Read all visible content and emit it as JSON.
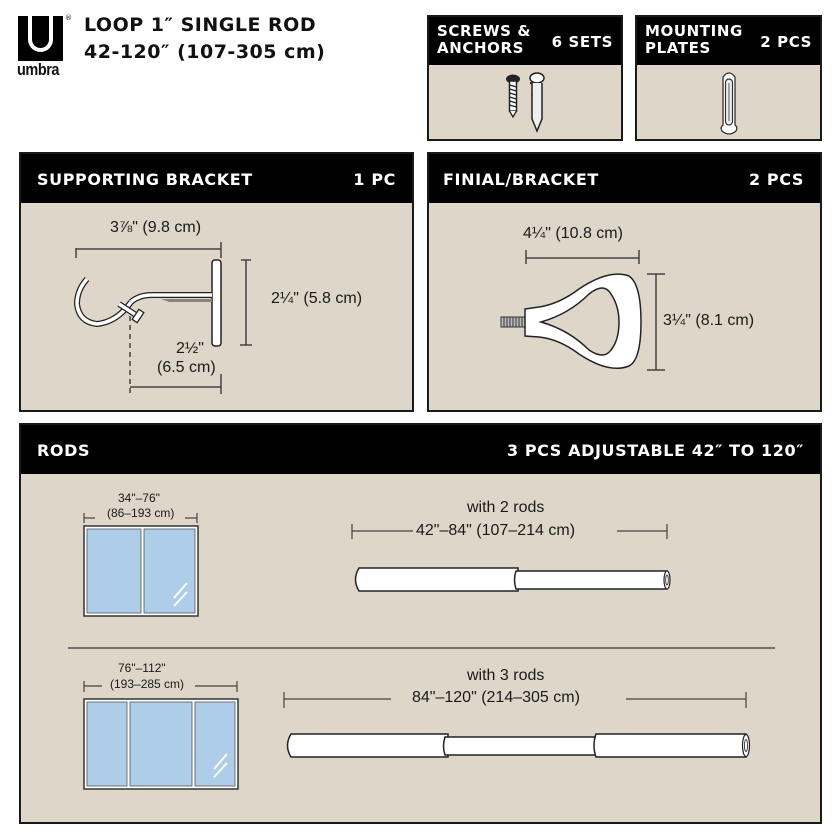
{
  "brand": {
    "name": "umbra",
    "registered": "®"
  },
  "header": {
    "title_line1": "LOOP 1″ SINGLE ROD",
    "title_line2": "42-120″ (107-305 cm)"
  },
  "colors": {
    "panel_bg": "#ddd6c9",
    "header_bg": "#000000",
    "window_glass": "#aecde8",
    "rod": "#ffffff"
  },
  "parts": {
    "screws": {
      "label_line1": "SCREWS &",
      "label_line2": "ANCHORS",
      "qty": "6 SETS",
      "icon": "screw-and-anchor-icon"
    },
    "mounting": {
      "label_line1": "MOUNTING",
      "label_line2": "PLATES",
      "qty": "2 PCS",
      "icon": "mounting-plate-icon"
    },
    "bracket": {
      "label": "SUPPORTING BRACKET",
      "qty": "1 PC",
      "dim_width": "3⅞\" (9.8 cm)",
      "dim_height": "2¼\" (5.8 cm)",
      "dim_depth_line1": "2½\"",
      "dim_depth_line2": "(6.5 cm)"
    },
    "finial": {
      "label": "FINIAL/BRACKET",
      "qty": "2 PCS",
      "dim_width": "4¼\" (10.8 cm)",
      "dim_height": "3¼\" (8.1 cm)"
    },
    "rods": {
      "label": "RODS",
      "qty": "3 PCS ADJUSTABLE 42″ TO 120″",
      "config2": {
        "window_line1": "34\"–76\"",
        "window_line2": "(86–193 cm)",
        "caption": "with 2 rods",
        "range": "42\"–84\" (107–214 cm)"
      },
      "config3": {
        "window_line1": "76\"–112\"",
        "window_line2": "(193–285 cm)",
        "caption": "with 3 rods",
        "range": "84\"–120\" (214–305 cm)"
      }
    }
  }
}
